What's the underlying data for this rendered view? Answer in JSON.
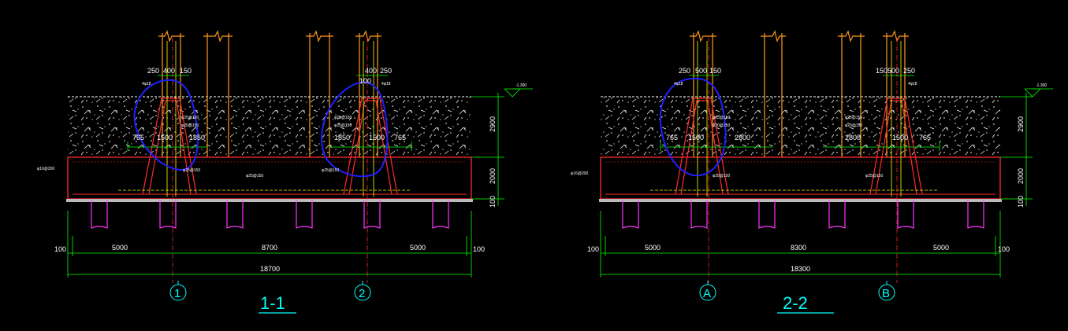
{
  "colors": {
    "background": "#000000",
    "concrete": "#ff2a2a",
    "column": "#ff9a1a",
    "rebar": "#ffff00",
    "dimension": "#00ff00",
    "axis": "#00ffff",
    "pile": "#ff33ff",
    "annotation": "#2020ff",
    "text": "#ffffff"
  },
  "left": {
    "title": "1-1",
    "axes": [
      "1",
      "2"
    ],
    "top_dims": [
      "250",
      "400",
      "150",
      "100",
      "400",
      "250"
    ],
    "mid_dims": [
      "765",
      "1500",
      "1850",
      "1850",
      "1500",
      "765"
    ],
    "bottom_dims": [
      "100",
      "5000",
      "8700",
      "5000",
      "100"
    ],
    "total": "18700",
    "level": "-1.300",
    "height_dims": [
      "2900",
      "2000",
      "100"
    ],
    "rebar_labels": [
      "φ25@150",
      "φ20@150",
      "φ25@150",
      "φ20@150",
      "φ25@150",
      "φ25@150",
      "φ25@150",
      "φ16@200",
      "4φ18",
      "4φ18"
    ]
  },
  "right": {
    "title": "2-2",
    "axes": [
      "A",
      "B"
    ],
    "top_dims": [
      "250",
      "500",
      "150",
      "150",
      "500",
      "250"
    ],
    "mid_dims": [
      "765",
      "1500",
      "2800",
      "2800",
      "1500",
      "765"
    ],
    "bottom_dims": [
      "100",
      "5000",
      "8300",
      "5000",
      "100"
    ],
    "total": "18300",
    "level": "-1.300",
    "height_dims": [
      "2900",
      "2000",
      "100"
    ],
    "rebar_labels": [
      "φ25@150",
      "φ20@150",
      "φ25@150",
      "φ20@150",
      "φ25@150",
      "φ25@150",
      "φ16@200",
      "4φ18",
      "4φ18"
    ]
  }
}
